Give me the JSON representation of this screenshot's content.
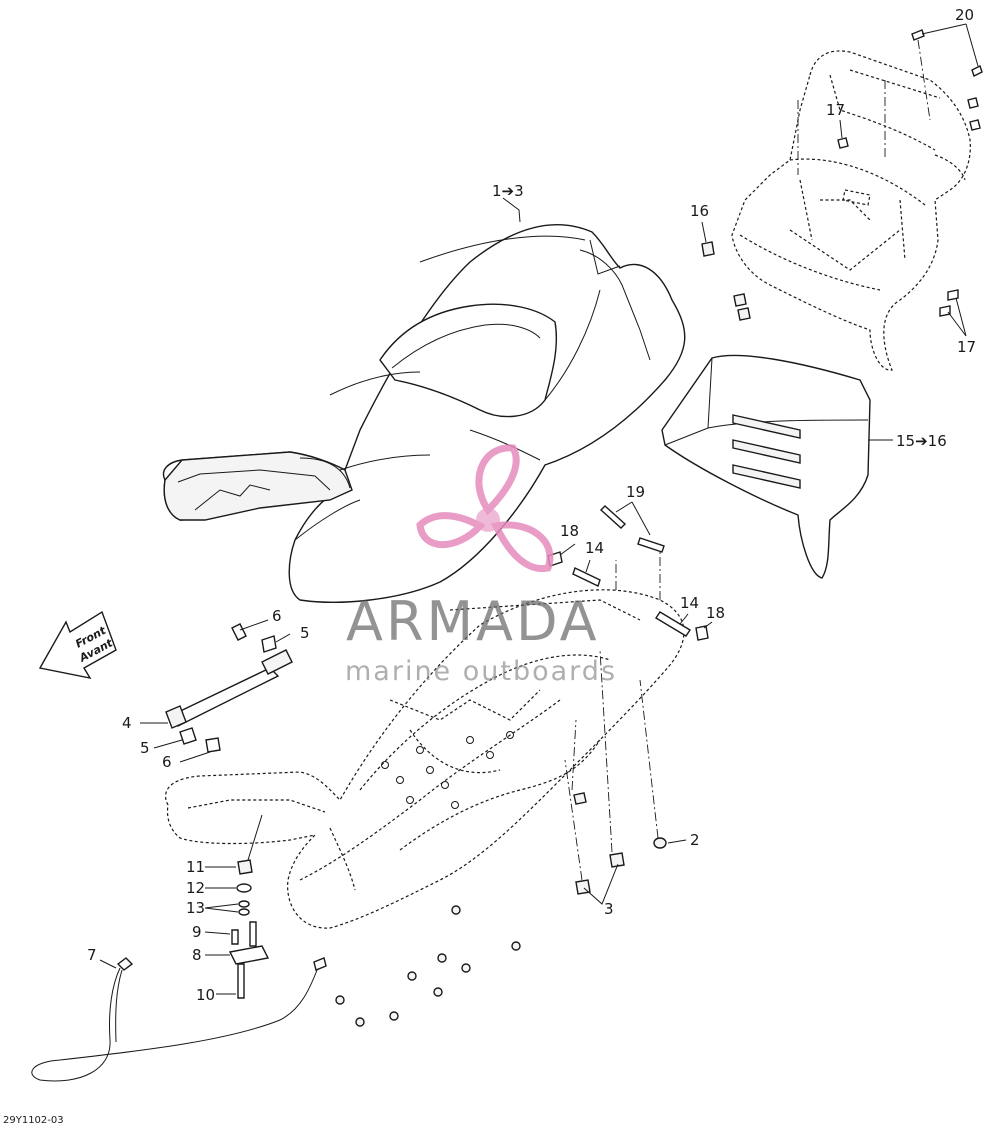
{
  "diagram_code": "29Y1102-03",
  "front_arrow": {
    "line1": "Front",
    "line2": "Avant"
  },
  "watermark": {
    "brand": "ARMADA",
    "tagline": "marine outboards",
    "color": "#e58bbd"
  },
  "callouts": {
    "c1_3": "1➔3",
    "c2": "2",
    "c3": "3",
    "c4": "4",
    "c5a": "5",
    "c5b": "5",
    "c6a": "6",
    "c6b": "6",
    "c7": "7",
    "c8": "8",
    "c9": "9",
    "c10": "10",
    "c11": "11",
    "c12": "12",
    "c13": "13",
    "c14a": "14",
    "c14b": "14",
    "c15_16": "15➔16",
    "c16": "16",
    "c17a": "17",
    "c17b": "17",
    "c18a": "18",
    "c18b": "18",
    "c19": "19",
    "c20": "20"
  }
}
